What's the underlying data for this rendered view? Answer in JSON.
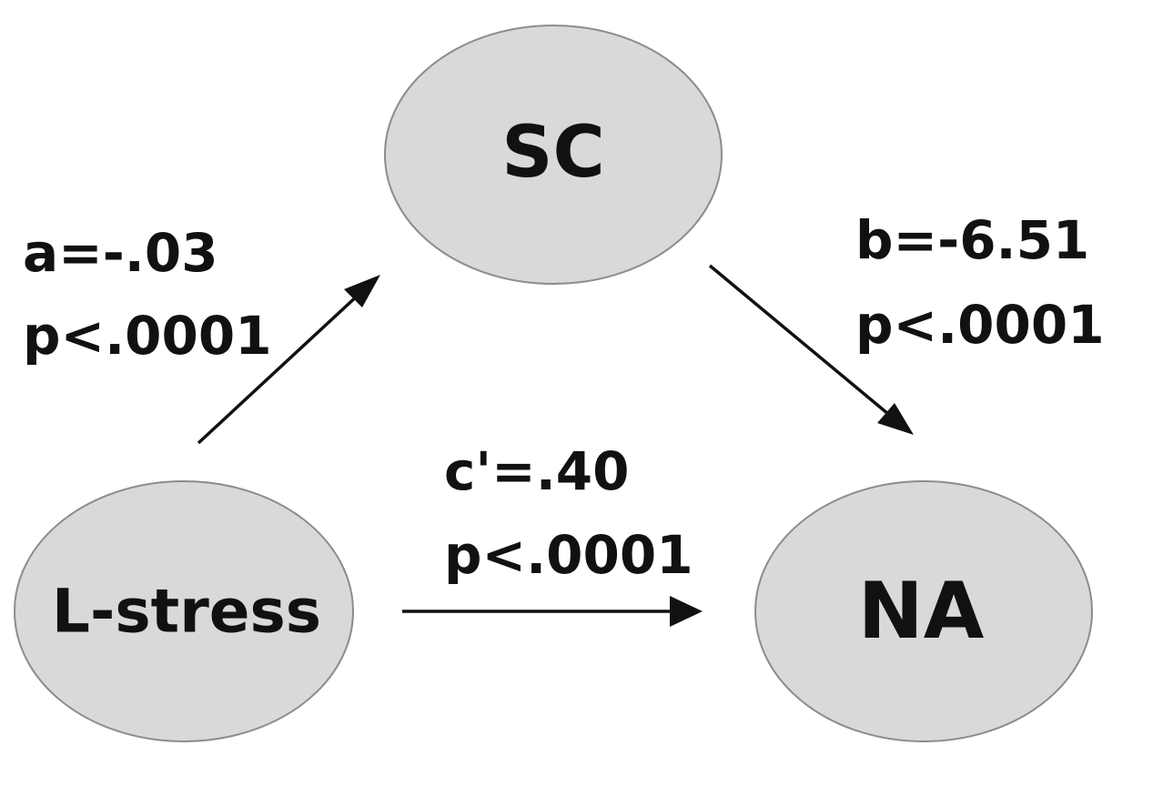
{
  "nodes": {
    "sc": {
      "label": "SC"
    },
    "lstress": {
      "label": "L-stress"
    },
    "na": {
      "label": "NA"
    }
  },
  "paths": {
    "a": {
      "coef": "a=-.03",
      "p": "p<.0001"
    },
    "b": {
      "coef": "b=-6.51",
      "p": "p<.0001"
    },
    "c": {
      "coef": "c'=.40",
      "p": "p<.0001"
    }
  },
  "colors": {
    "node_fill": "#d9d9d9",
    "node_stroke": "#8c8c8c",
    "text": "#111111",
    "arrow": "#111111"
  }
}
